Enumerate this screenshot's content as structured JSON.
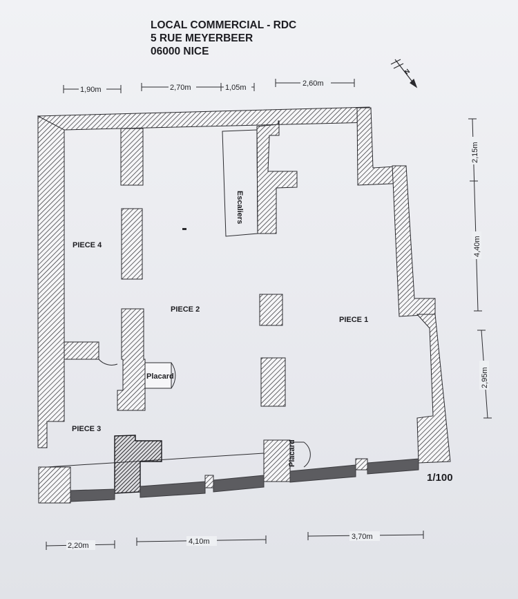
{
  "header": {
    "line1": "LOCAL COMMERCIAL - RDC",
    "line2": "5 RUE MEYERBEER",
    "line3": "06000 NICE"
  },
  "rooms": {
    "piece1": "PIECE 1",
    "piece2": "PIECE 2",
    "piece3": "PIECE 3",
    "piece4": "PIECE 4",
    "stairs": "Escaliers",
    "closet_left": "Placard",
    "closet_right": "Placard"
  },
  "dimensions": {
    "top": [
      "1,90m",
      "2,70m",
      "1,05m",
      "2,60m"
    ],
    "right": [
      "2,15m",
      "4,40m",
      "2,95m"
    ],
    "bottom": [
      "2,20m",
      "4,10m",
      "3,70m"
    ]
  },
  "scale": "1/100",
  "compass": "N",
  "colors": {
    "wall_fill": "#ffffff",
    "wall_hatch": "#2a2a2e",
    "facade": "#5c5c60",
    "paper": "#ecedf1"
  }
}
